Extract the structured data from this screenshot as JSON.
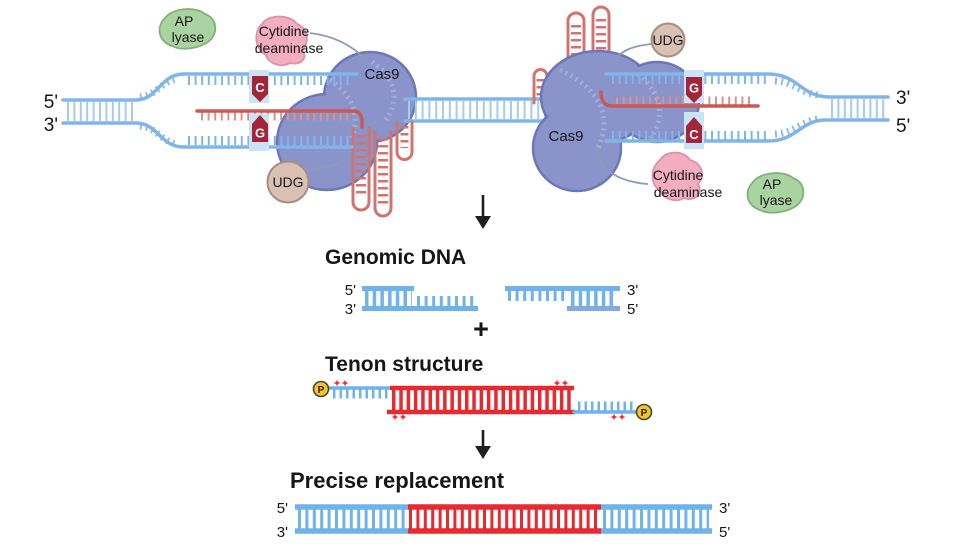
{
  "colors": {
    "dna_blue": "#7FB5E8",
    "dna_rung_blue": "#A6CBEE",
    "band_blue": "#CBE3F7",
    "rna_red": "#C95955",
    "rna_teeth": "#DD918D",
    "hairpin_red": "#D2736E",
    "bright_red": "#E8292F",
    "fragment_blue": "#6FB3EA",
    "fragment_blue_dark": "#84A8DF",
    "cas9_fill": "#8A94CB",
    "cas9_stroke": "#6C77B5",
    "cas9_hatch": "#A3ADD8",
    "shield_red": "#A32638",
    "deaminase_pink": "#F2ADC1",
    "deaminase_stroke": "#DB93A9",
    "lyase_green": "#A9D4A1",
    "lyase_stroke": "#7FB277",
    "udg_tan": "#D8C0B3",
    "udg_stroke": "#A98D7F",
    "phosphate_yellow": "#F6C61E",
    "phosphate_stroke": "#454545",
    "connector_gray": "#8C9BB8",
    "arrow_black": "#1F1F1F",
    "text_black": "#161616",
    "background": "#FFFFFF"
  },
  "top_diagram": {
    "left_end": {
      "top_label": "5'",
      "bottom_label": "3'"
    },
    "right_end": {
      "top_label": "3'",
      "bottom_label": "5'"
    },
    "left_complex": {
      "cas9_label": "Cas9",
      "cytidine_line1": "Cytidine",
      "cytidine_line2": "deaminase",
      "ap_lyase_line1": "AP",
      "ap_lyase_line2": "lyase",
      "udg_label": "UDG",
      "top_base": "C",
      "bottom_base": "G"
    },
    "right_complex": {
      "cas9_label": "Cas9",
      "cytidine_line1": "Cytidine",
      "cytidine_line2": "deaminase",
      "ap_lyase_line1": "AP",
      "ap_lyase_line2": "lyase",
      "udg_label": "UDG",
      "top_base": "G",
      "bottom_base": "C"
    }
  },
  "genomic_dna": {
    "title": "Genomic DNA",
    "left_fragment": {
      "top_label": "5'",
      "bottom_label": "3'"
    },
    "right_fragment": {
      "top_label": "3'",
      "bottom_label": "5'"
    },
    "plus_sign": "+"
  },
  "tenon": {
    "title": "Tenon structure",
    "left_phosphate_label": "P",
    "right_phosphate_label": "P"
  },
  "replacement": {
    "title": "Precise replacement",
    "left_top_label": "5'",
    "left_bottom_label": "3'",
    "right_top_label": "3'",
    "right_bottom_label": "5'"
  }
}
